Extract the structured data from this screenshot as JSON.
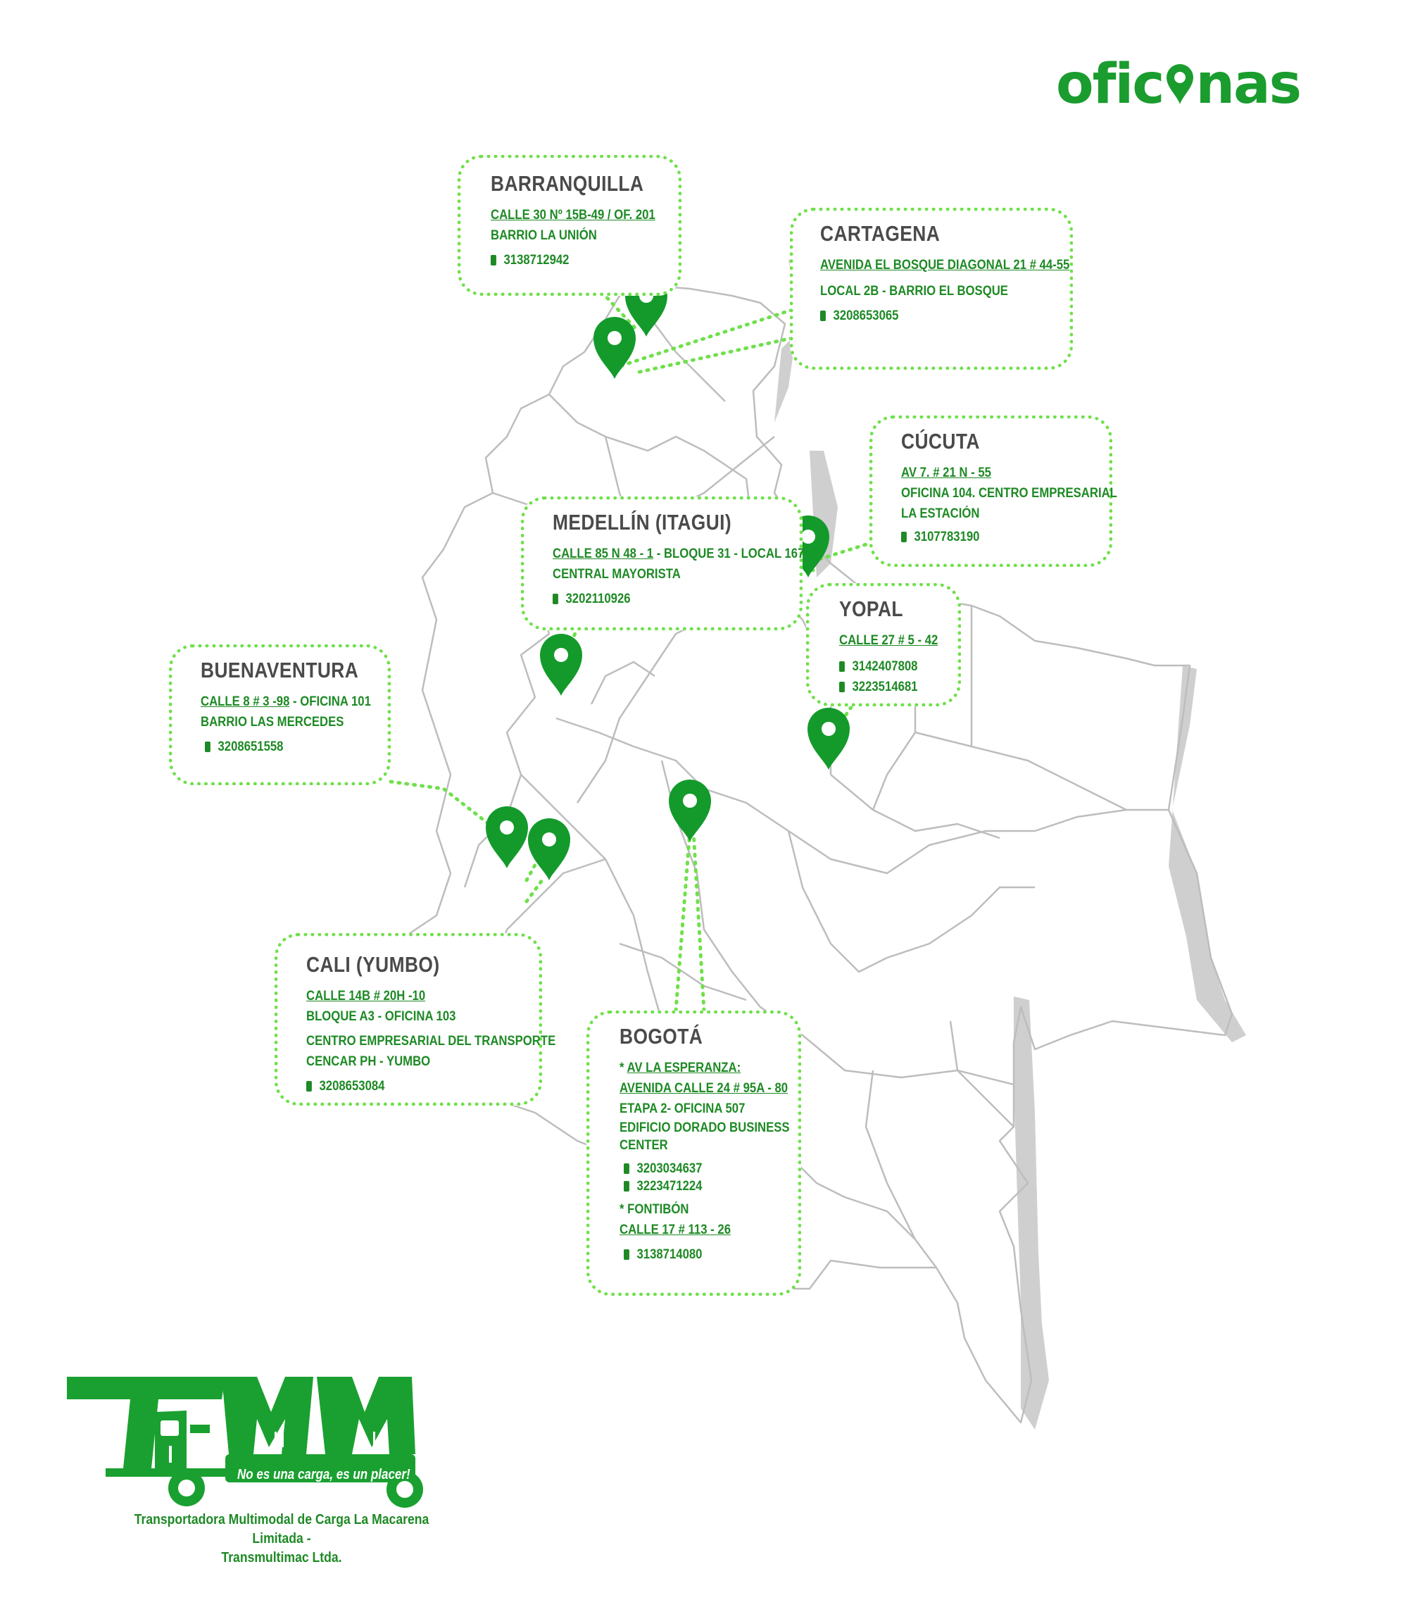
{
  "header": {
    "title_left": "ofic",
    "title_right": "nas"
  },
  "offices": {
    "barranquilla": {
      "name": "BARRANQUILLA",
      "address": "CALLE 30 Nº 15B-49 / OF. 201",
      "line2": "BARRIO LA UNIÓN",
      "phone": "3138712942"
    },
    "cartagena": {
      "name": "CARTAGENA",
      "address": "AVENIDA EL BOSQUE DIAGONAL 21 # 44-55",
      "line2": "LOCAL 2B - BARRIO EL BOSQUE",
      "phone": "3208653065"
    },
    "cucuta": {
      "name": "CÚCUTA",
      "address": "AV 7. # 21 N - 55",
      "line2": "OFICINA 104. CENTRO EMPRESARIAL",
      "line3": "LA ESTACIÓN",
      "phone": "3107783190"
    },
    "medellin": {
      "name": "MEDELLÍN (ITAGUI)",
      "address": "CALLE 85 N 48 - 1",
      "address_rest": " - BLOQUE 31 - LOCAL 167",
      "line2": "CENTRAL MAYORISTA",
      "phone": "3202110926"
    },
    "yopal": {
      "name": "YOPAL",
      "address": "CALLE 27 # 5 - 42",
      "phone1": "3142407808",
      "phone2": "3223514681"
    },
    "buenaventura": {
      "name": "BUENAVENTURA",
      "address": "CALLE 8 # 3 -98",
      "address_rest": "  - OFICINA 101",
      "line2": "BARRIO LAS MERCEDES",
      "phone": "3208651558"
    },
    "cali": {
      "name": "CALI (YUMBO)",
      "address": "CALLE 14B # 20H -10",
      "line2": "BLOQUE A3 - OFICINA 103",
      "line3": "CENTRO EMPRESARIAL DEL TRANSPORTE",
      "line4": "CENCAR PH - YUMBO",
      "phone": "3208653084"
    },
    "bogota": {
      "name": "BOGOTÁ",
      "sub1_prefix": "* ",
      "sub1": "AV LA ESPERANZA:",
      "address": "AVENIDA CALLE 24 # 95A - 80",
      "line2": "ETAPA 2- OFICINA 507",
      "line3": "EDIFICIO DORADO BUSINESS",
      "line4": "CENTER",
      "phone1": "3203034637",
      "phone2": "3223471224",
      "sub2": "* FONTIBÓN",
      "address2": "CALLE 17 # 113 - 26",
      "phone3": "3138714080"
    }
  },
  "logo": {
    "letters": "TMM",
    "slogan": "No es una carga, es un placer!",
    "company_line1": "Transportadora Multimodal de Carga La Macarena Limitada -",
    "company_line2": "Transmultimac Ltda."
  },
  "colors": {
    "brand_green": "#1a9c2e",
    "pin_green": "#139a2b",
    "dotted_border": "#6fe04a",
    "map_outline": "#bdbdbd",
    "map_shadow": "#cfcfcf"
  }
}
